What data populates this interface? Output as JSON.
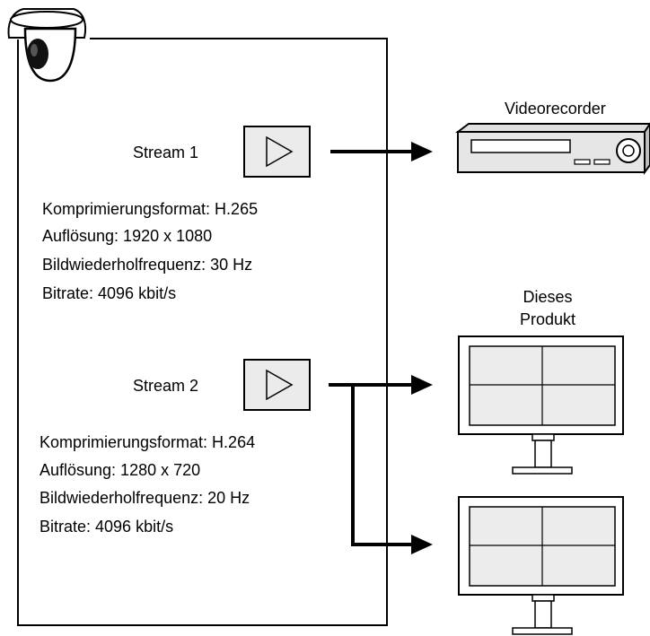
{
  "stream1": {
    "title": "Stream 1",
    "format": "Komprimierungsformat: H.265",
    "resolution": "Auflösung: 1920 x 1080",
    "framerate": "Bildwiederholfrequenz: 30 Hz",
    "bitrate": "Bitrate: 4096 kbit/s"
  },
  "stream2": {
    "title": "Stream 2",
    "format": "Komprimierungsformat: H.264",
    "resolution": "Auflösung: 1280 x 720",
    "framerate": "Bildwiederholfrequenz: 20 Hz",
    "bitrate": "Bitrate: 4096 kbit/s"
  },
  "recorder_label": "Videorecorder",
  "product_label_line1": "Dieses",
  "product_label_line2": "Produkt",
  "icons": {
    "camera": "dome-camera-icon",
    "play": "play-icon",
    "recorder": "video-recorder-icon",
    "monitor": "monitor-icon"
  }
}
